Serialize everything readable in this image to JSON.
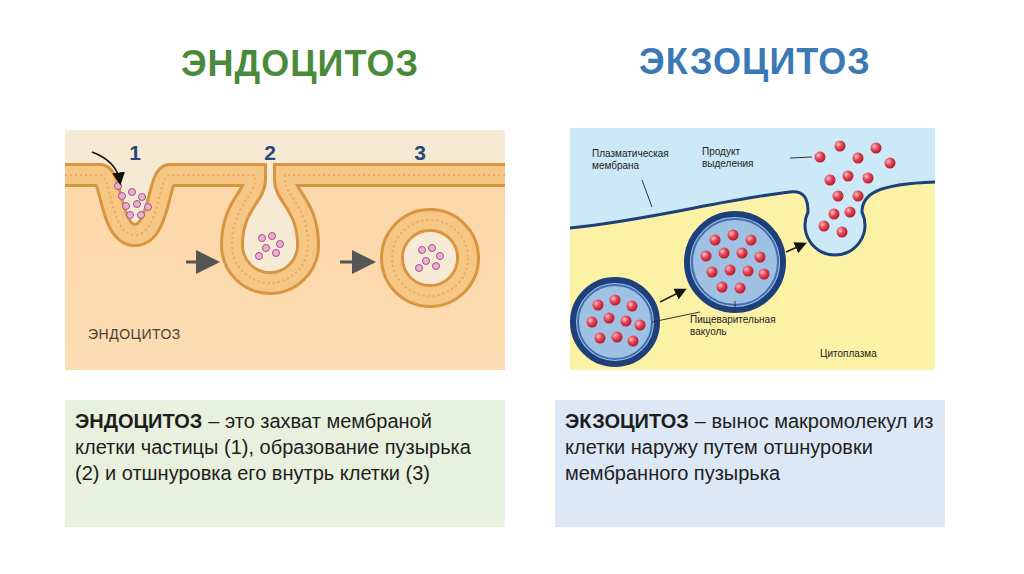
{
  "diagram": {
    "nodes": [
      {
        "text": [
          "ЭНДОЦИТОЗ",
          "– это захват мембраной клетки частицы (1), образование пузырька (2) и отшнуровка его внутрь клетки (3)"
        ]
      },
      {
        "text": [
          "ЭКЗОЦИТОЗ",
          "– вынос макромолекул из клетки наружу путем отшнуровки мембранного пузырька"
        ]
      }
    ],
    "labels": [
      "ЭНДОЦИТОЗ",
      "ЭКЗОЦИТОЗ",
      "1",
      "2",
      "3",
      "ЭНДОЦИТОЗ",
      "Плазматическая мембрана",
      "Продукт выделения",
      "Пищеварительная вакуоль",
      "Цитоплазма"
    ]
  }
}
